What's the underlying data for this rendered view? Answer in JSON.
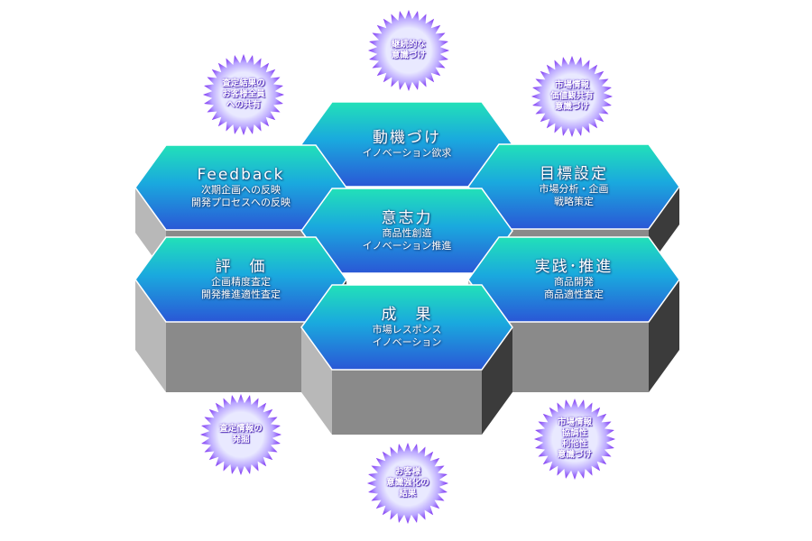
{
  "hexes": [
    {
      "id": "motivation",
      "title": "動機づけ",
      "lines": [
        "イノベーション欲求"
      ]
    },
    {
      "id": "goal",
      "title": "目標設定",
      "lines": [
        "市場分析・企画",
        "戦略策定"
      ]
    },
    {
      "id": "will",
      "title": "意志力",
      "lines": [
        "商品性創造",
        "イノベーション推進"
      ]
    },
    {
      "id": "feedback",
      "title": "Feedback",
      "lines": [
        "次期企画への反映",
        "開発プロセスへの反映"
      ]
    },
    {
      "id": "evaluation",
      "title": "評　価",
      "lines": [
        "企画精度査定",
        "開発推進適性査定"
      ]
    },
    {
      "id": "practice",
      "title": "実践･推進",
      "lines": [
        "商品開発",
        "商品適性査定"
      ]
    },
    {
      "id": "result",
      "title": "成　果",
      "lines": [
        "市場レスポンス",
        "イノベーション"
      ]
    }
  ],
  "stars": [
    {
      "id": "continuous",
      "lines": [
        "継続的な",
        "意識づけ"
      ]
    },
    {
      "id": "share-all",
      "lines": [
        "査定結果の",
        "お客様全員",
        "への共有"
      ]
    },
    {
      "id": "market-value",
      "lines": [
        "市場情報",
        "価値観共有",
        "意識づけ"
      ]
    },
    {
      "id": "talent",
      "lines": [
        "査定情報の",
        "発掘"
      ]
    },
    {
      "id": "customer",
      "lines": [
        "お客様",
        "意識強化の",
        "結果"
      ]
    },
    {
      "id": "market-coop",
      "lines": [
        "市場情報",
        "協調性",
        "利他性",
        "意識づけ"
      ]
    }
  ],
  "colors": {
    "hex_top": "#22e1b8",
    "hex_mid": "#1aa9de",
    "hex_bottom": "#2a57d6",
    "side_light": "#b8b8b8",
    "side_dark": "#3b3b3b",
    "star_fill": "#7a2cf2",
    "star_core": "#e9e9ff"
  }
}
